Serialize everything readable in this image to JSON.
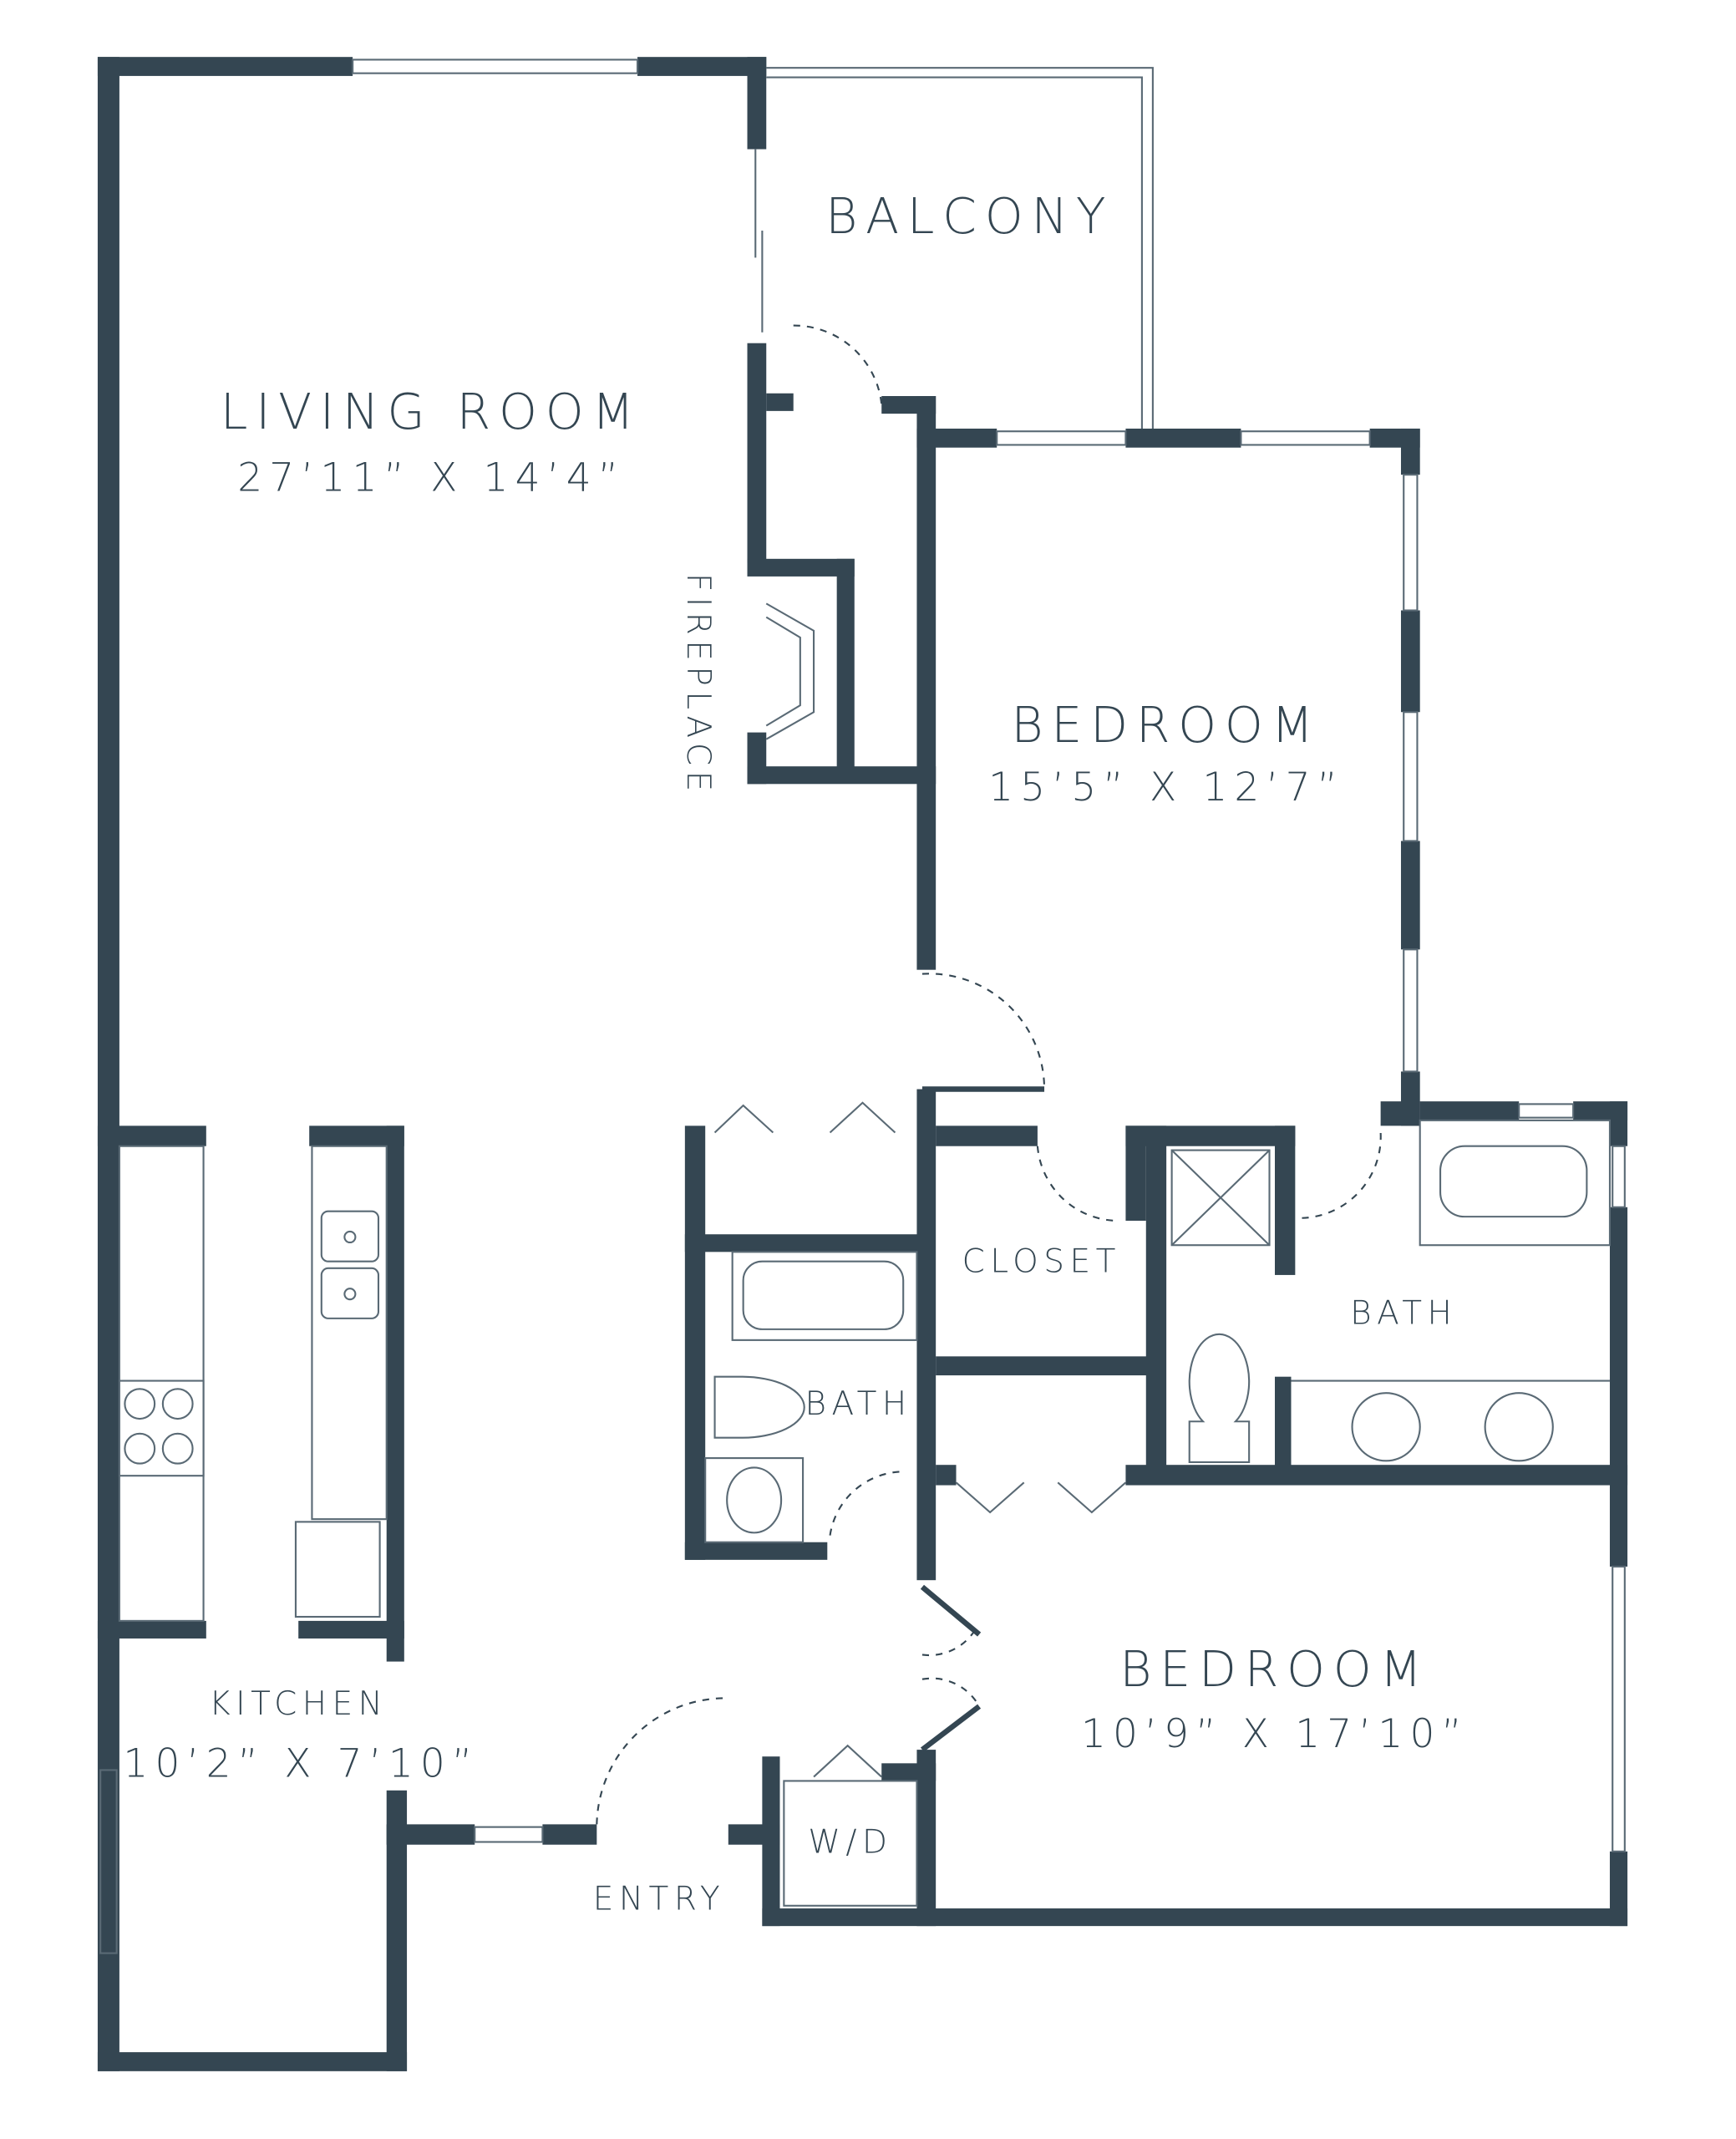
{
  "colors": {
    "wall": "#344652",
    "fixture": "#5a6a75",
    "background": "#ffffff"
  },
  "rooms": {
    "balcony": {
      "name": "BALCONY"
    },
    "living_room": {
      "name": "LIVING ROOM",
      "dimensions": "27’11” X 14’4”"
    },
    "fireplace": {
      "name": "FIREPLACE"
    },
    "bedroom_1": {
      "name": "BEDROOM",
      "dimensions": "15’5” X 12’7”"
    },
    "closet": {
      "name": "CLOSET"
    },
    "master_bath": {
      "name": "BATH"
    },
    "hall_bath": {
      "name": "BATH"
    },
    "bedroom_2": {
      "name": "BEDROOM",
      "dimensions": "10’9” X 17’10”"
    },
    "kitchen": {
      "name": "KITCHEN",
      "dimensions": "10’2” X 7’10”"
    },
    "laundry": {
      "name": "W/D"
    },
    "entry": {
      "name": "ENTRY"
    }
  }
}
